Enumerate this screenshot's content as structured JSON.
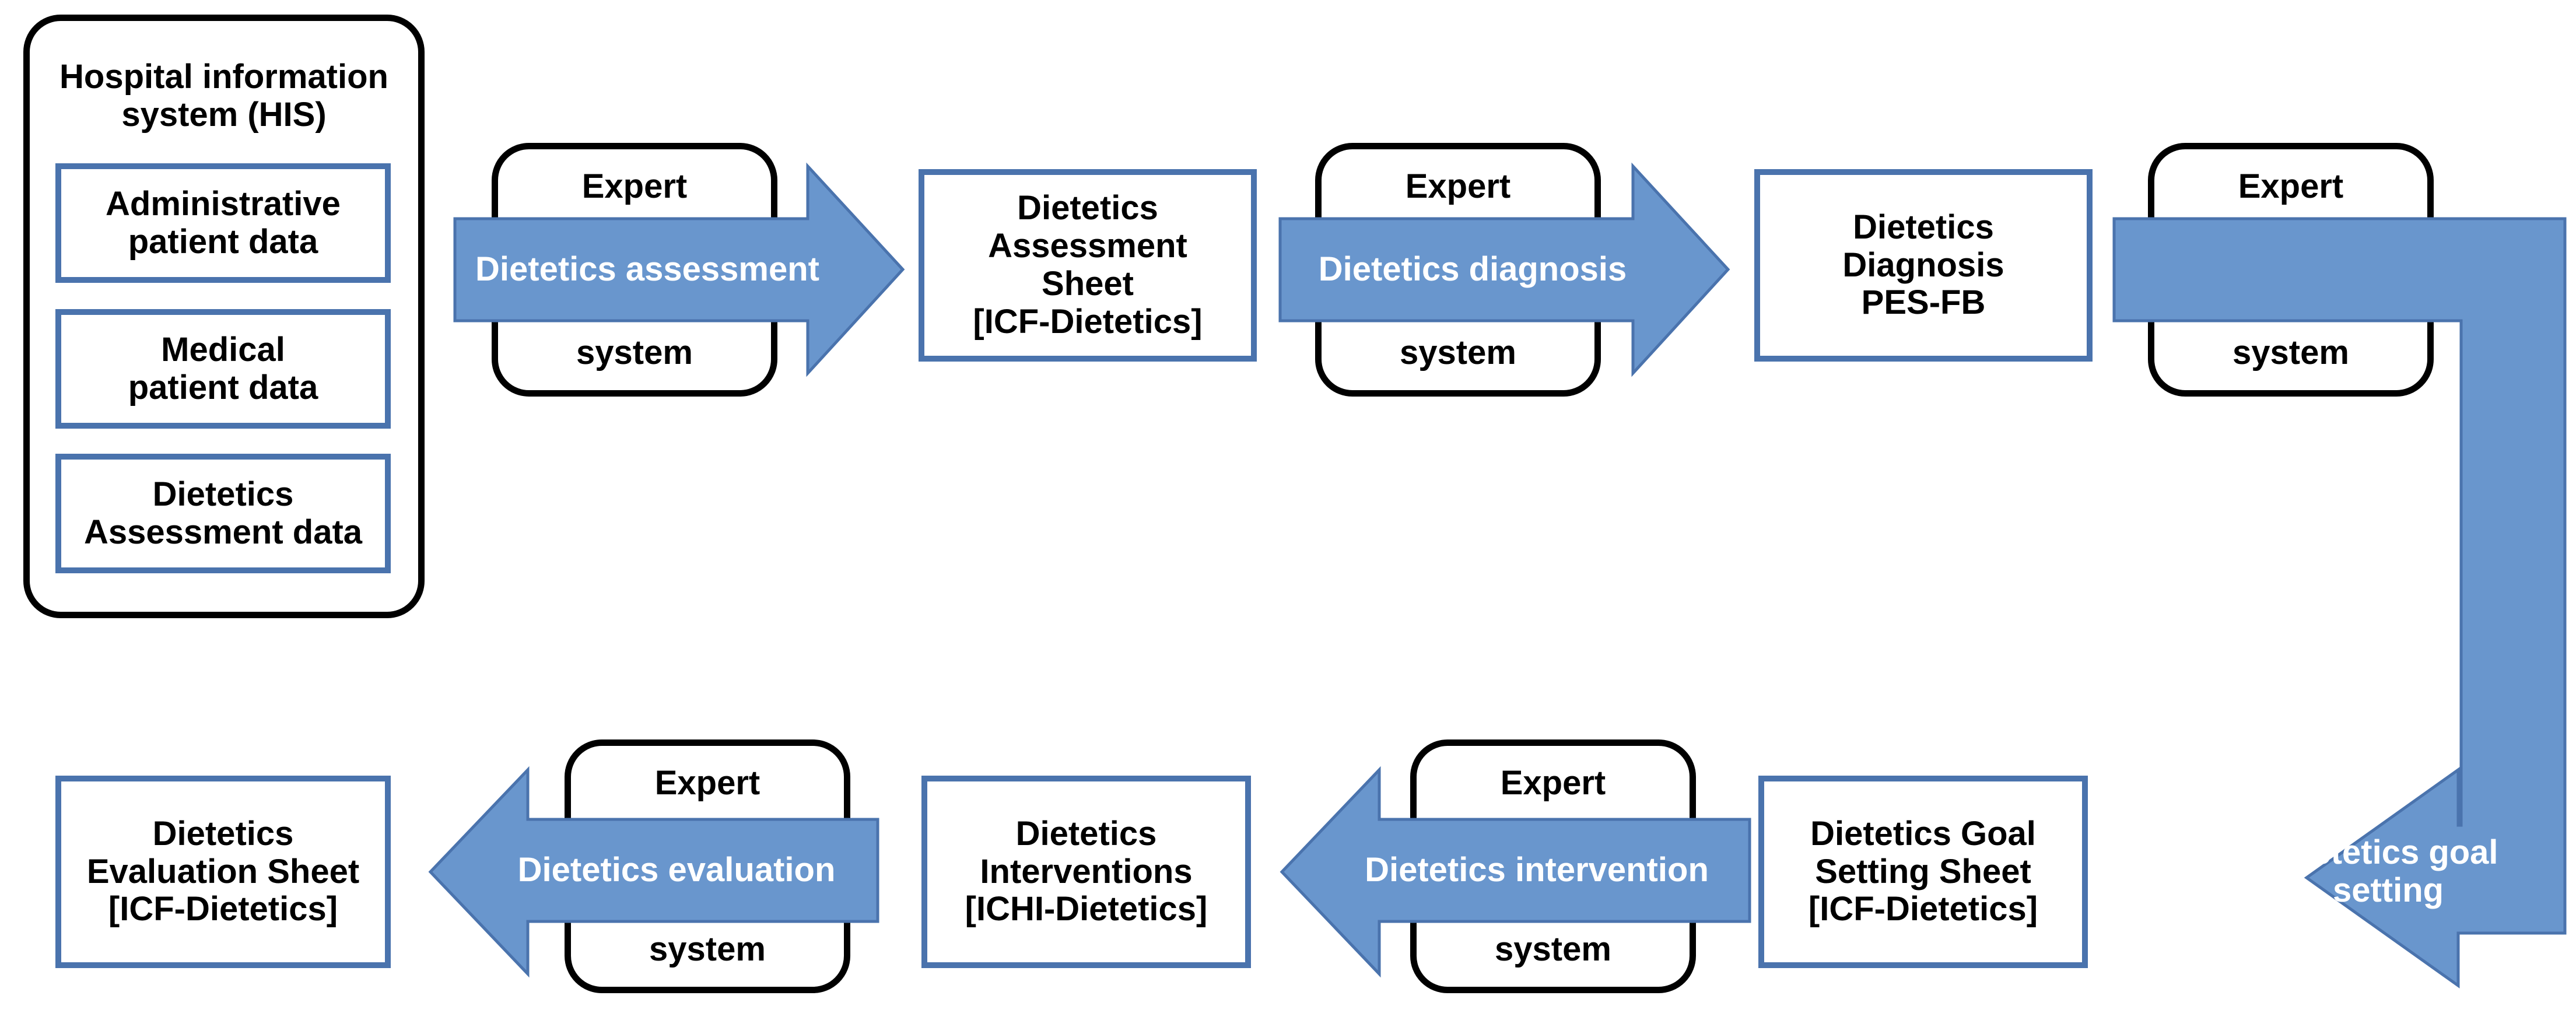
{
  "colors": {
    "arrow_fill": "#6996cd",
    "arrow_stroke": "#4a73ad",
    "box_border": "#4a73ad",
    "rounded_border": "#000000",
    "arrow_text": "#ffffff"
  },
  "his": {
    "title": "Hospital information\nsystem (HIS)",
    "items": [
      "Administrative\npatient data",
      "Medical\npatient data",
      "Dietetics\nAssessment data"
    ]
  },
  "expert_system": {
    "top": "Expert",
    "bottom": "system"
  },
  "arrows": {
    "assessment": "Dietetics assessment",
    "diagnosis": "Dietetics diagnosis",
    "goal_setting": "Dietetics goal\nsetting",
    "intervention": "Dietetics intervention",
    "evaluation": "Dietetics evaluation"
  },
  "outputs": {
    "assessment_sheet": "Dietetics\nAssessment\nSheet\n[ICF-Dietetics]",
    "diagnosis": "Dietetics\nDiagnosis\nPES-FB",
    "goal_sheet": "Dietetics Goal\nSetting Sheet\n[ICF-Dietetics]",
    "interventions": "Dietetics\nInterventions\n[ICHI-Dietetics]",
    "evaluation_sheet": "Dietetics\nEvaluation Sheet\n[ICF-Dietetics]"
  }
}
